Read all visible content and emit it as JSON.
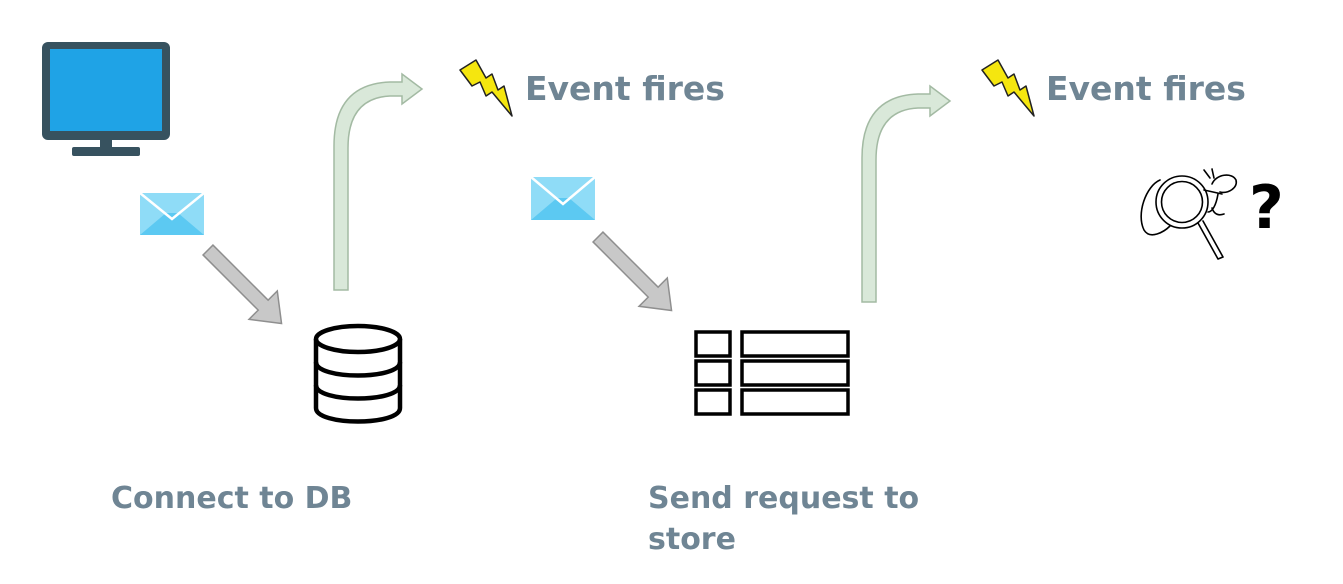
{
  "step1": {
    "label": "Connect to DB",
    "event_label": "Event fires"
  },
  "step2": {
    "label": "Send request to\nstore",
    "event_label": "Event fires"
  },
  "unknown": {
    "symbol": "?"
  },
  "colors": {
    "label": "#6f8594",
    "monitor_frame": "#37525f",
    "monitor_screen": "#1fa3e6",
    "envelope": "#5cc9f2",
    "flow_arrow": "#c8c8c8",
    "event_arrow": "#d9e8d9",
    "lightning": "#f5e60f"
  },
  "icons": [
    "monitor-icon",
    "envelope-icon",
    "database-icon",
    "table-icon",
    "lightning-icon",
    "magnifier-butterfly-icon"
  ]
}
